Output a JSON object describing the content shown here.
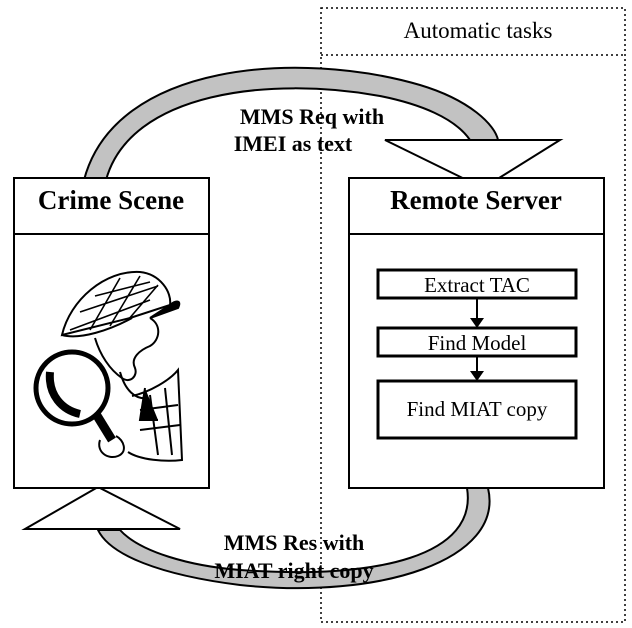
{
  "automatic_tasks": {
    "title": "Automatic tasks"
  },
  "request": {
    "line1": "MMS Req with",
    "line2": "IMEI as text"
  },
  "response": {
    "line1": "MMS Res with",
    "line2": "MIAT right copy"
  },
  "crime_scene": {
    "title": "Crime Scene",
    "image": "detective-with-magnifying-glass"
  },
  "remote_server": {
    "title": "Remote Server",
    "steps": [
      "Extract TAC",
      "Find Model",
      "Find MIAT copy"
    ]
  }
}
